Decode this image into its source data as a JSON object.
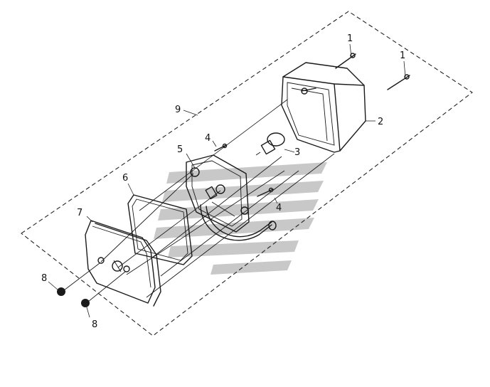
{
  "watermark_color": "#c8c8c8",
  "ink_color": "#1a1a1a",
  "callouts": {
    "c1a": "1",
    "c1b": "1",
    "c2": "2",
    "c3": "3",
    "c4a": "4",
    "c4b": "4",
    "c5": "5",
    "c6": "6",
    "c7": "7",
    "c8a": "8",
    "c8b": "8",
    "c9": "9"
  }
}
